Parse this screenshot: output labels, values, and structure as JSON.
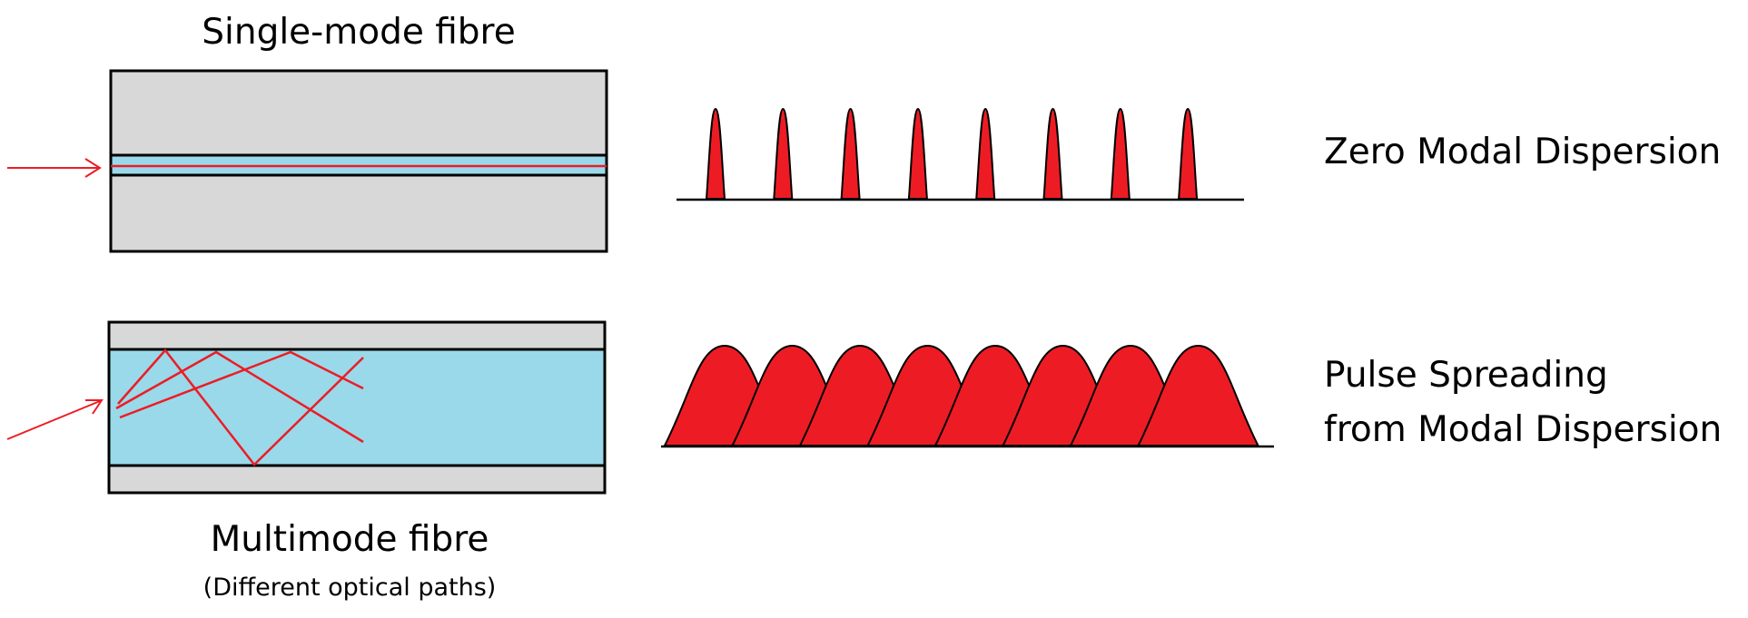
{
  "labels": {
    "single_mode": "Single-mode fibre",
    "multimode": "Multimode fibre",
    "multimode_note": "(Different optical paths)",
    "zero_dispersion": "Zero Modal Dispersion",
    "pulse_spreading_line1": "Pulse Spreading",
    "pulse_spreading_line2": "from Modal Dispersion"
  },
  "colors": {
    "cladding": "#d8d8d8",
    "core": "#99d9ea",
    "ray": "#ed1c24",
    "pulse": "#ed1c24",
    "outline": "#000000"
  },
  "pulses": {
    "narrow_count": 8,
    "broad_count": 8
  }
}
